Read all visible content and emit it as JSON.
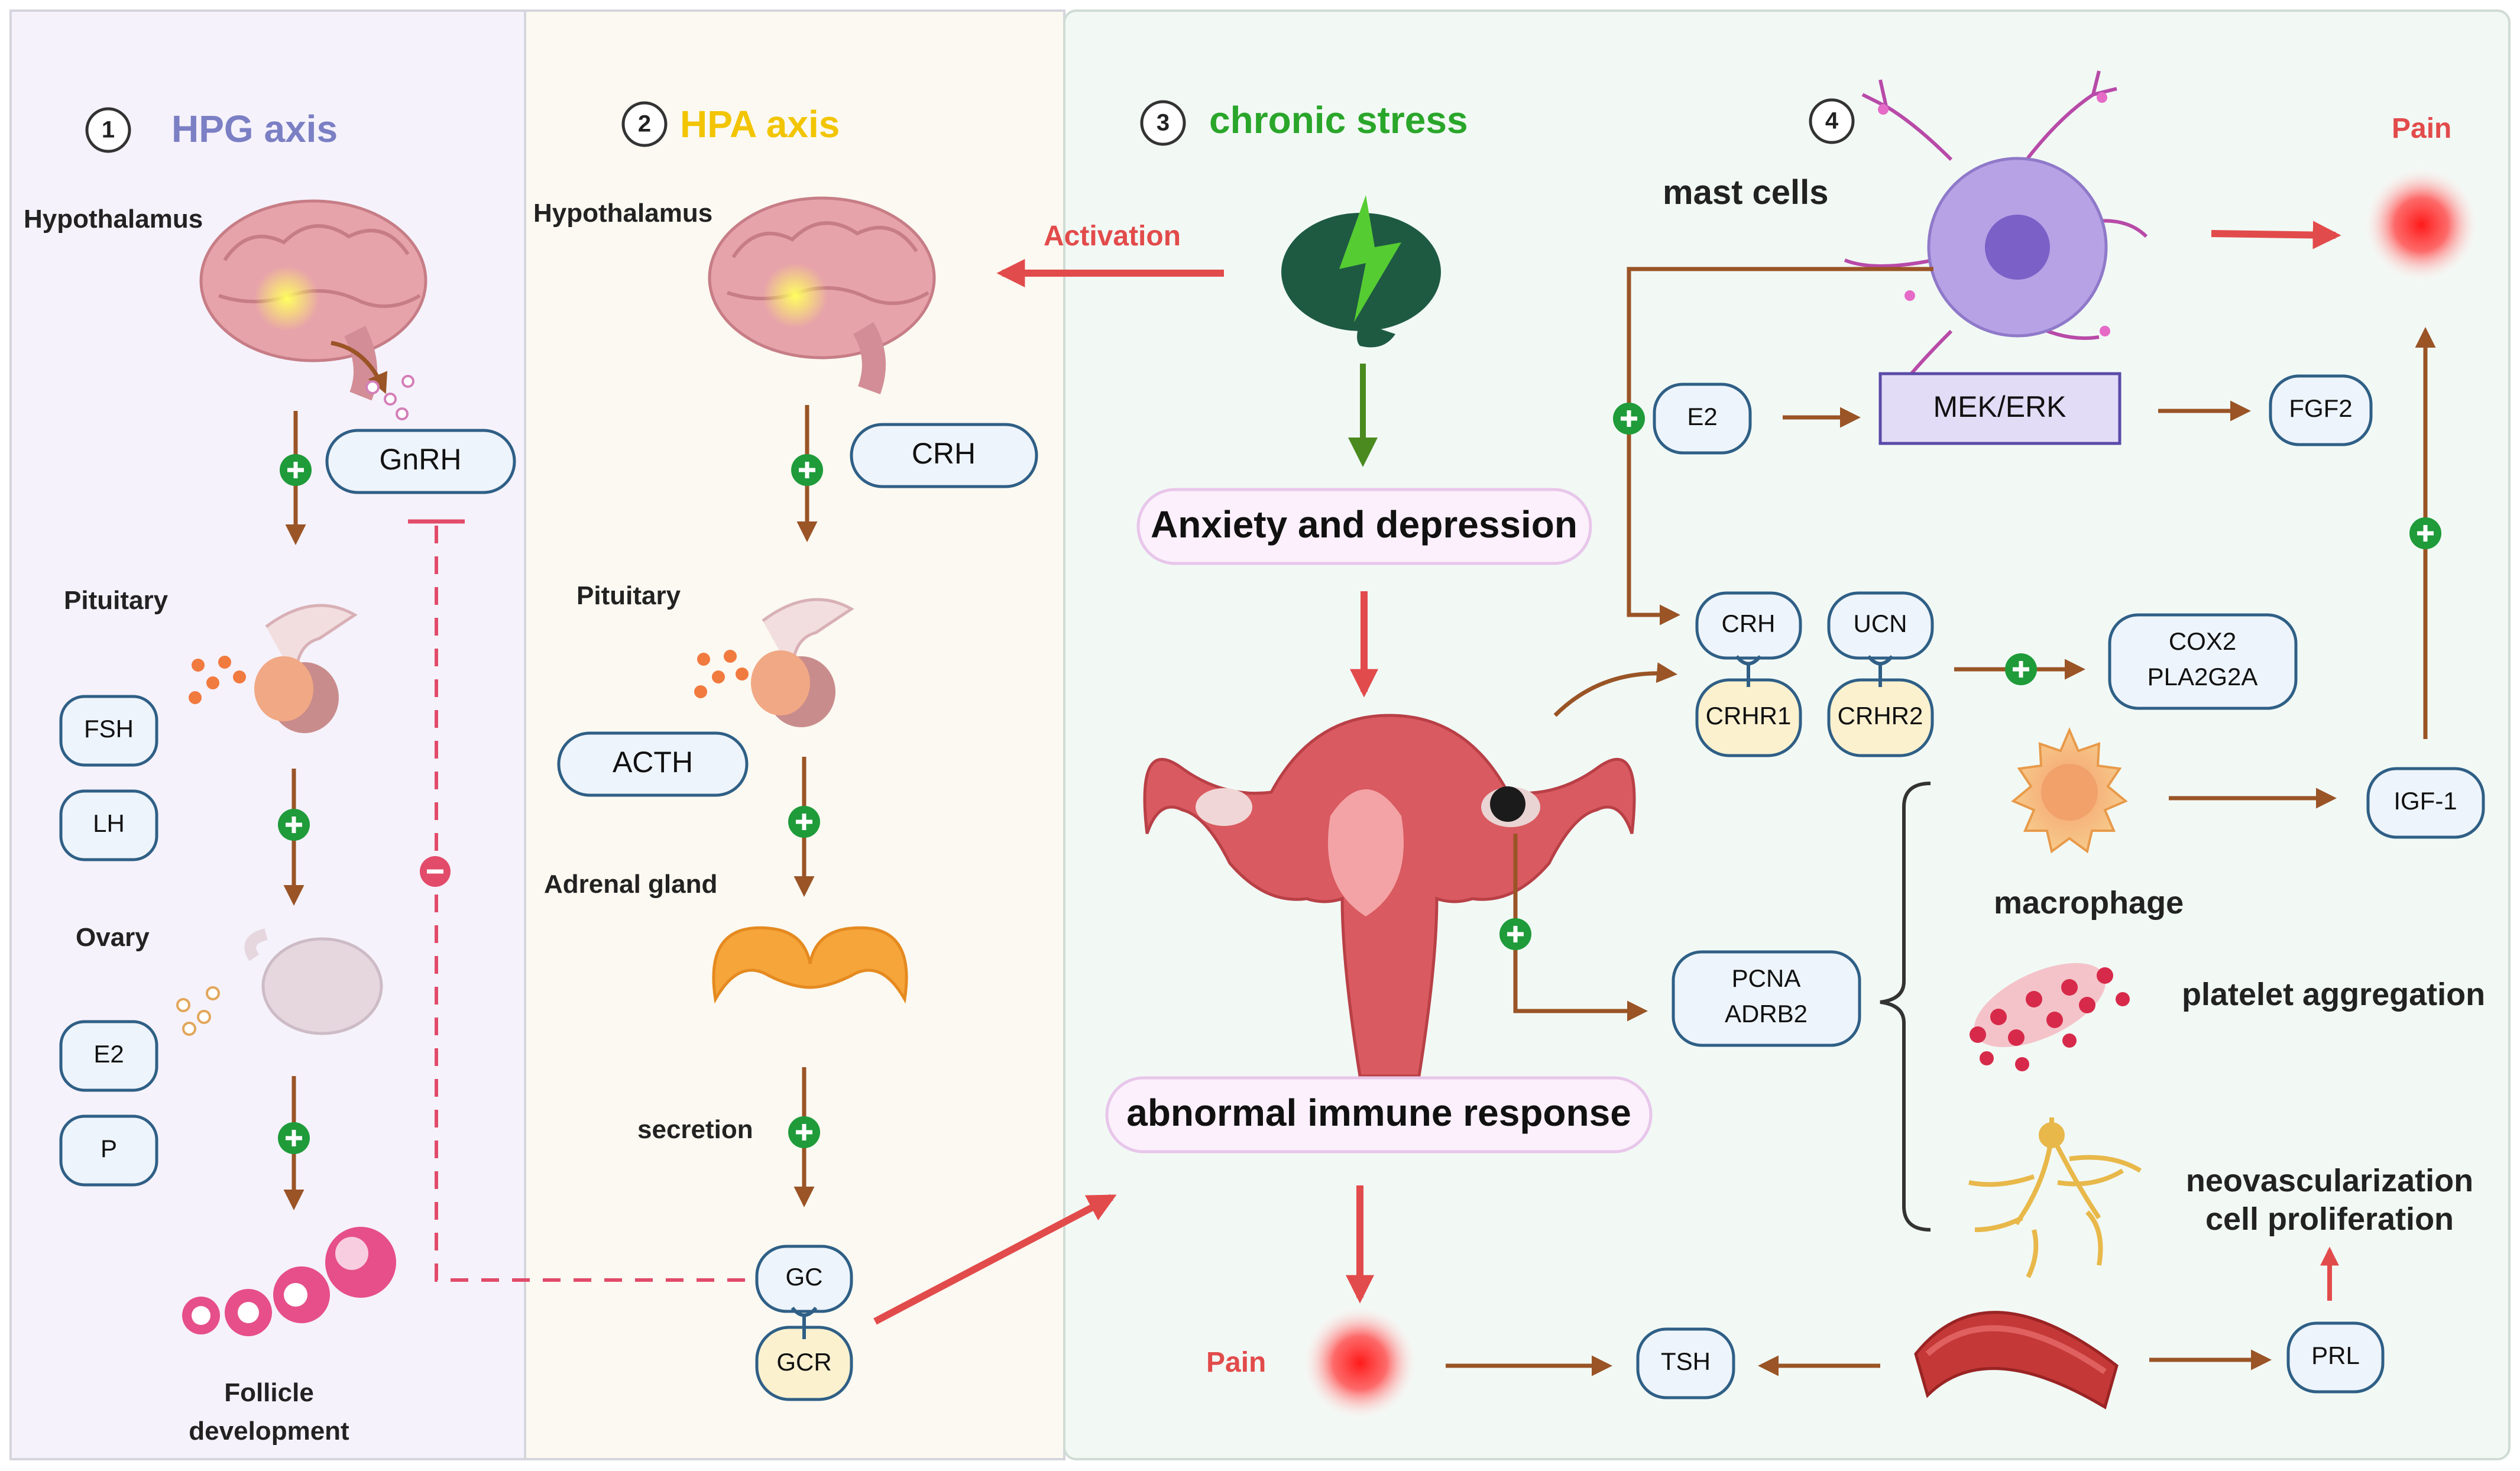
{
  "panels": {
    "hpg": {
      "number": "1",
      "title": "HPG axis",
      "title_color": "#7b7fc4"
    },
    "hpa": {
      "number": "2",
      "title": "HPA axis",
      "title_color": "#f2c500"
    },
    "stress": {
      "number": "3",
      "title": "chronic stress",
      "title_color": "#2aa62a"
    },
    "mast": {
      "number": "4",
      "title": "mast cells"
    }
  },
  "hpg_labels": {
    "hypothalamus": "Hypothalamus",
    "gnrh": "GnRH",
    "pituitary": "Pituitary",
    "fsh": "FSH",
    "lh": "LH",
    "ovary": "Ovary",
    "e2": "E2",
    "p": "P",
    "follicle_line1": "Follicle",
    "follicle_line2": "development"
  },
  "hpa_labels": {
    "hypothalamus": "Hypothalamus",
    "crh": "CRH",
    "pituitary": "Pituitary",
    "acth": "ACTH",
    "adrenal": "Adrenal gland",
    "secretion": "secretion",
    "gc": "GC",
    "gcr": "GCR"
  },
  "stress_labels": {
    "activation": "Activation",
    "anxiety": "Anxiety and depression",
    "immune": "abnormal immune response",
    "pain": "Pain",
    "tsh": "TSH",
    "prl": "PRL"
  },
  "right_labels": {
    "pain": "Pain",
    "e2": "E2",
    "mek_erk": "MEK/ERK",
    "fgf2": "FGF2",
    "crh": "CRH",
    "ucn": "UCN",
    "crhr1": "CRHR1",
    "crhr2": "CRHR2",
    "cox2": "COX2",
    "pla2g2a": "PLA2G2A",
    "pcna": "PCNA",
    "adrb2": "ADRB2",
    "igf1": "IGF-1",
    "macrophage": "macrophage",
    "platelet": "platelet aggregation",
    "neovasc": "neovascularization",
    "cellprolif": "cell proliferation"
  },
  "colors": {
    "hpg_panel": "#f5f2fb",
    "hpa_panel": "#fbf9f1",
    "stress_panel": "#f2f9f5",
    "arrow_brown": "#9a5426",
    "arrow_red": "#e24b4b",
    "plus_green": "#1f9b3a",
    "inhibit_red": "#e24b6a",
    "pain_red": "#ff2a2a"
  }
}
